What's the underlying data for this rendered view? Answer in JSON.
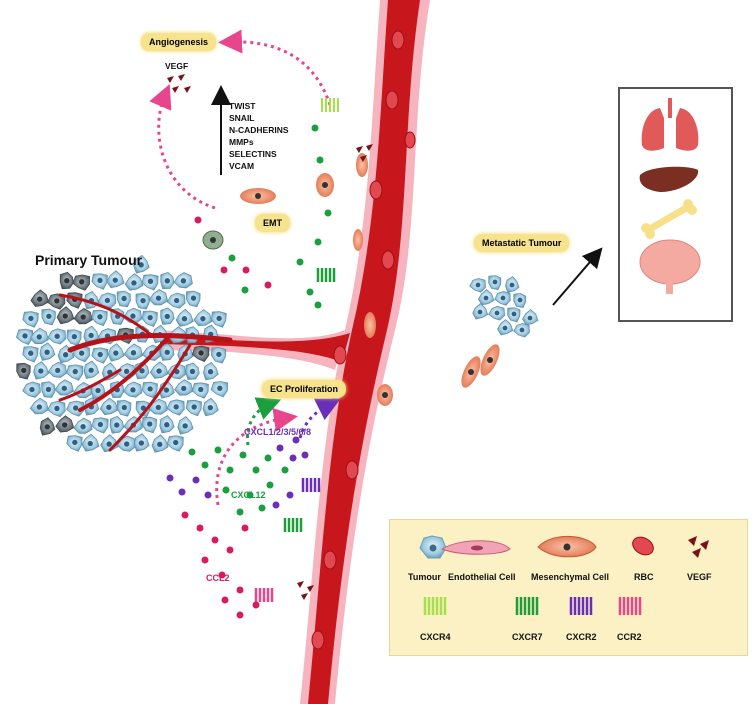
{
  "labels": {
    "angiogenesis": "Angiogenesis",
    "vegf": "VEGF",
    "emt": "EMT",
    "primary_tumour": "Primary Tumour",
    "metastatic_tumour": "Metastatic Tumour",
    "ec_proliferation": "EC Proliferation",
    "cxcl_group": "CXCL1/2/3/5/6/8",
    "cxcl12": "CXCL12",
    "ccl2": "CCL2"
  },
  "gene_list": [
    "TWIST",
    "SNAIL",
    "N-CADHERINS",
    "MMPs",
    "SELECTINS",
    "VCAM"
  ],
  "legend": {
    "cells": [
      {
        "label": "Tumour",
        "icon": "tumour-cell-icon"
      },
      {
        "label": "Endothelial Cell",
        "icon": "endothelial-cell-icon"
      },
      {
        "label": "Mesenchymal Cell",
        "icon": "mesenchymal-cell-icon"
      },
      {
        "label": "RBC",
        "icon": "rbc-icon"
      },
      {
        "label": "VEGF",
        "icon": "vegf-icon"
      }
    ],
    "receptors": [
      {
        "label": "CXCR4",
        "color": "#a6e04a"
      },
      {
        "label": "CXCR7",
        "color": "#1e9e3a"
      },
      {
        "label": "CXCR2",
        "color": "#6a2fb8"
      },
      {
        "label": "CCR2",
        "color": "#e8468c"
      }
    ]
  },
  "colors": {
    "vessel": "#c8161d",
    "vessel_wall": "#f4a3b0",
    "cxcl12_dots": "#1b9e3e",
    "cxcl_dots": "#6a2fb8",
    "ccl2_dots": "#d81b60",
    "vegf": "#7a1018",
    "tumour": "#9cc9e0",
    "mesenchymal": "#f08a63",
    "banner": "#f7e38d"
  }
}
